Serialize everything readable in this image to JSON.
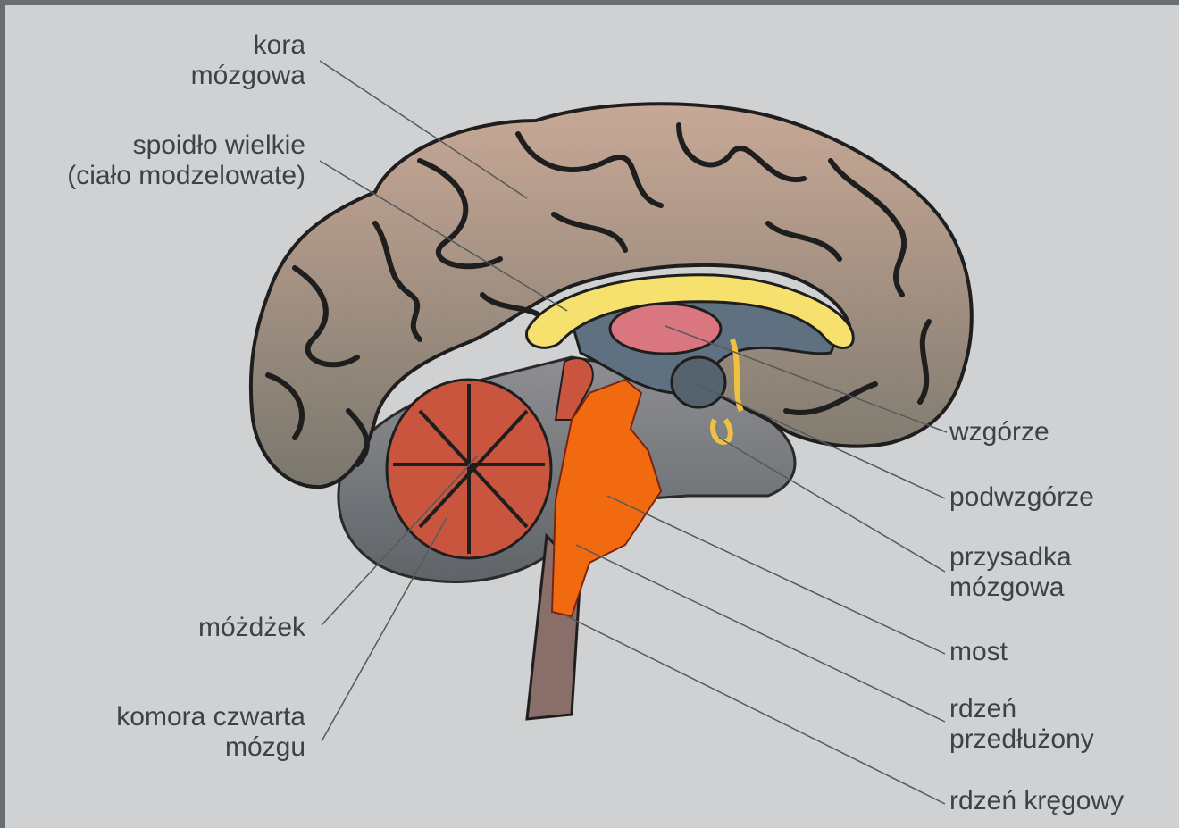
{
  "labels": {
    "kora": [
      "kora",
      "mózgowa"
    ],
    "spoidlo": [
      "spoidło wielkie",
      "(ciało modzelowate)"
    ],
    "mozdzek": [
      "móżdżek"
    ],
    "komora": [
      "komora czwarta",
      "mózgu"
    ],
    "wzgorze": [
      "wzgórze"
    ],
    "podwzgorze": [
      "podwzgórze"
    ],
    "przysadka": [
      "przysadka",
      "mózgowa"
    ],
    "most": [
      "most"
    ],
    "rdzen_przedl": [
      "rdzeń",
      "przedłużony"
    ],
    "rdzen_kreg": [
      "rdzeń kręgowy"
    ]
  },
  "colors": {
    "background": "#cfd1d2",
    "cortex_top": "#c2a593",
    "cortex_bottom": "#7f7b70",
    "corpus_callosum": "#f6e16f",
    "thalamus": "#d9767f",
    "cerebellum": "#c9553f",
    "brainstem_highlight": "#f26a10",
    "ventricle": "#5f7080"
  }
}
